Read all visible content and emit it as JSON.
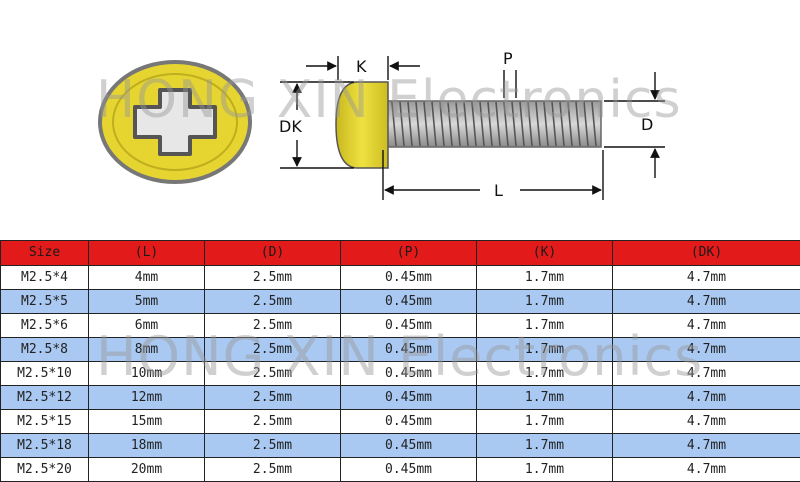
{
  "diagram": {
    "labels": {
      "k": "K",
      "p": "P",
      "dk": "DK",
      "d": "D",
      "l": "L"
    }
  },
  "watermark": {
    "text": "HONG XIN Electronics"
  },
  "colors": {
    "header_bg": "#e31a1a",
    "row_white": "#ffffff",
    "row_blue": "#a9c9f2",
    "screw_head": "#e6d530",
    "screw_body": "#c4c4c4"
  },
  "table": {
    "headers": [
      "Size",
      "(L)",
      "(D)",
      "(P)",
      "(K)",
      "(DK)"
    ],
    "rows": [
      [
        "M2.5*4",
        "4mm",
        "2.5mm",
        "0.45mm",
        "1.7mm",
        "4.7mm"
      ],
      [
        "M2.5*5",
        "5mm",
        "2.5mm",
        "0.45mm",
        "1.7mm",
        "4.7mm"
      ],
      [
        "M2.5*6",
        "6mm",
        "2.5mm",
        "0.45mm",
        "1.7mm",
        "4.7mm"
      ],
      [
        "M2.5*8",
        "8mm",
        "2.5mm",
        "0.45mm",
        "1.7mm",
        "4.7mm"
      ],
      [
        "M2.5*10",
        "10mm",
        "2.5mm",
        "0.45mm",
        "1.7mm",
        "4.7mm"
      ],
      [
        "M2.5*12",
        "12mm",
        "2.5mm",
        "0.45mm",
        "1.7mm",
        "4.7mm"
      ],
      [
        "M2.5*15",
        "15mm",
        "2.5mm",
        "0.45mm",
        "1.7mm",
        "4.7mm"
      ],
      [
        "M2.5*18",
        "18mm",
        "2.5mm",
        "0.45mm",
        "1.7mm",
        "4.7mm"
      ],
      [
        "M2.5*20",
        "20mm",
        "2.5mm",
        "0.45mm",
        "1.7mm",
        "4.7mm"
      ]
    ]
  }
}
